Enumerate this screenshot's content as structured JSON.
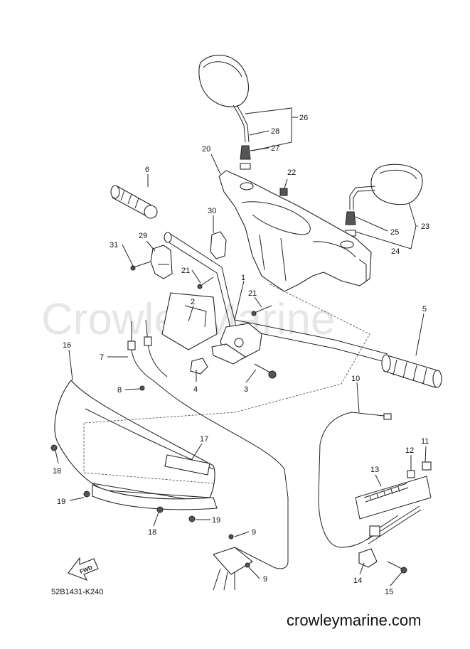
{
  "watermark": "CrowleyMarine",
  "diagram_code": "52B1431-K240",
  "website": "crowleymarine.com",
  "fwd_label": "FWD",
  "callouts": {
    "p1": "1",
    "p2": "2",
    "p3": "3",
    "p4": "4",
    "p5": "5",
    "p6": "6",
    "p7": "7",
    "p8": "8",
    "p9a": "9",
    "p9b": "9",
    "p10": "10",
    "p11": "11",
    "p12": "12",
    "p13": "13",
    "p14": "14",
    "p15": "15",
    "p16": "16",
    "p17": "17",
    "p18a": "18",
    "p18b": "18",
    "p19a": "19",
    "p19b": "19",
    "p20": "20",
    "p21a": "21",
    "p21b": "21",
    "p22": "22",
    "p23": "23",
    "p24": "24",
    "p25": "25",
    "p26": "26",
    "p27": "27",
    "p28": "28",
    "p29": "29",
    "p30": "30",
    "p31": "31"
  }
}
